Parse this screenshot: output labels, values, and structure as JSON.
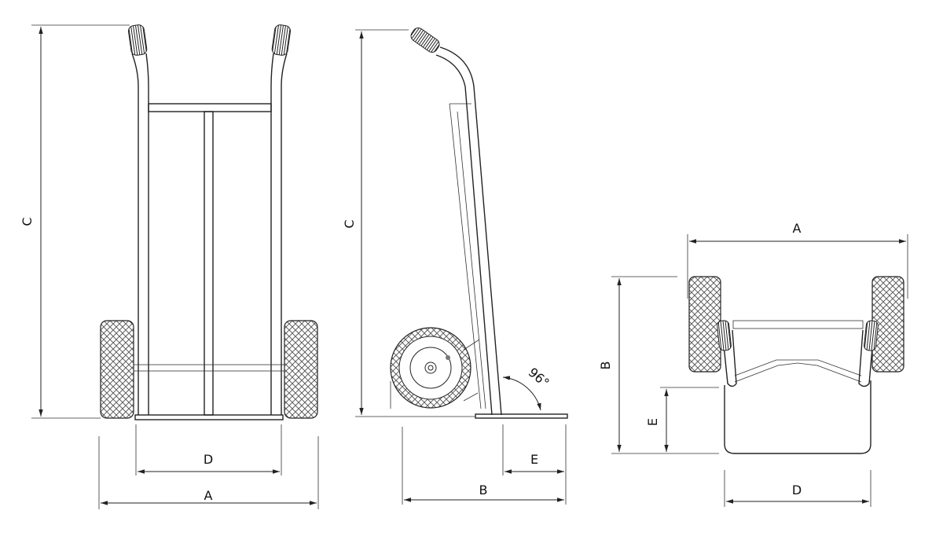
{
  "views": {
    "front": {
      "dim_c": "C",
      "dim_d": "D",
      "dim_a": "A"
    },
    "side": {
      "dim_c": "C",
      "dim_b": "B",
      "dim_e": "E",
      "angle": "96°"
    },
    "top": {
      "dim_a": "A",
      "dim_b": "B",
      "dim_e": "E",
      "dim_d": "D"
    }
  }
}
